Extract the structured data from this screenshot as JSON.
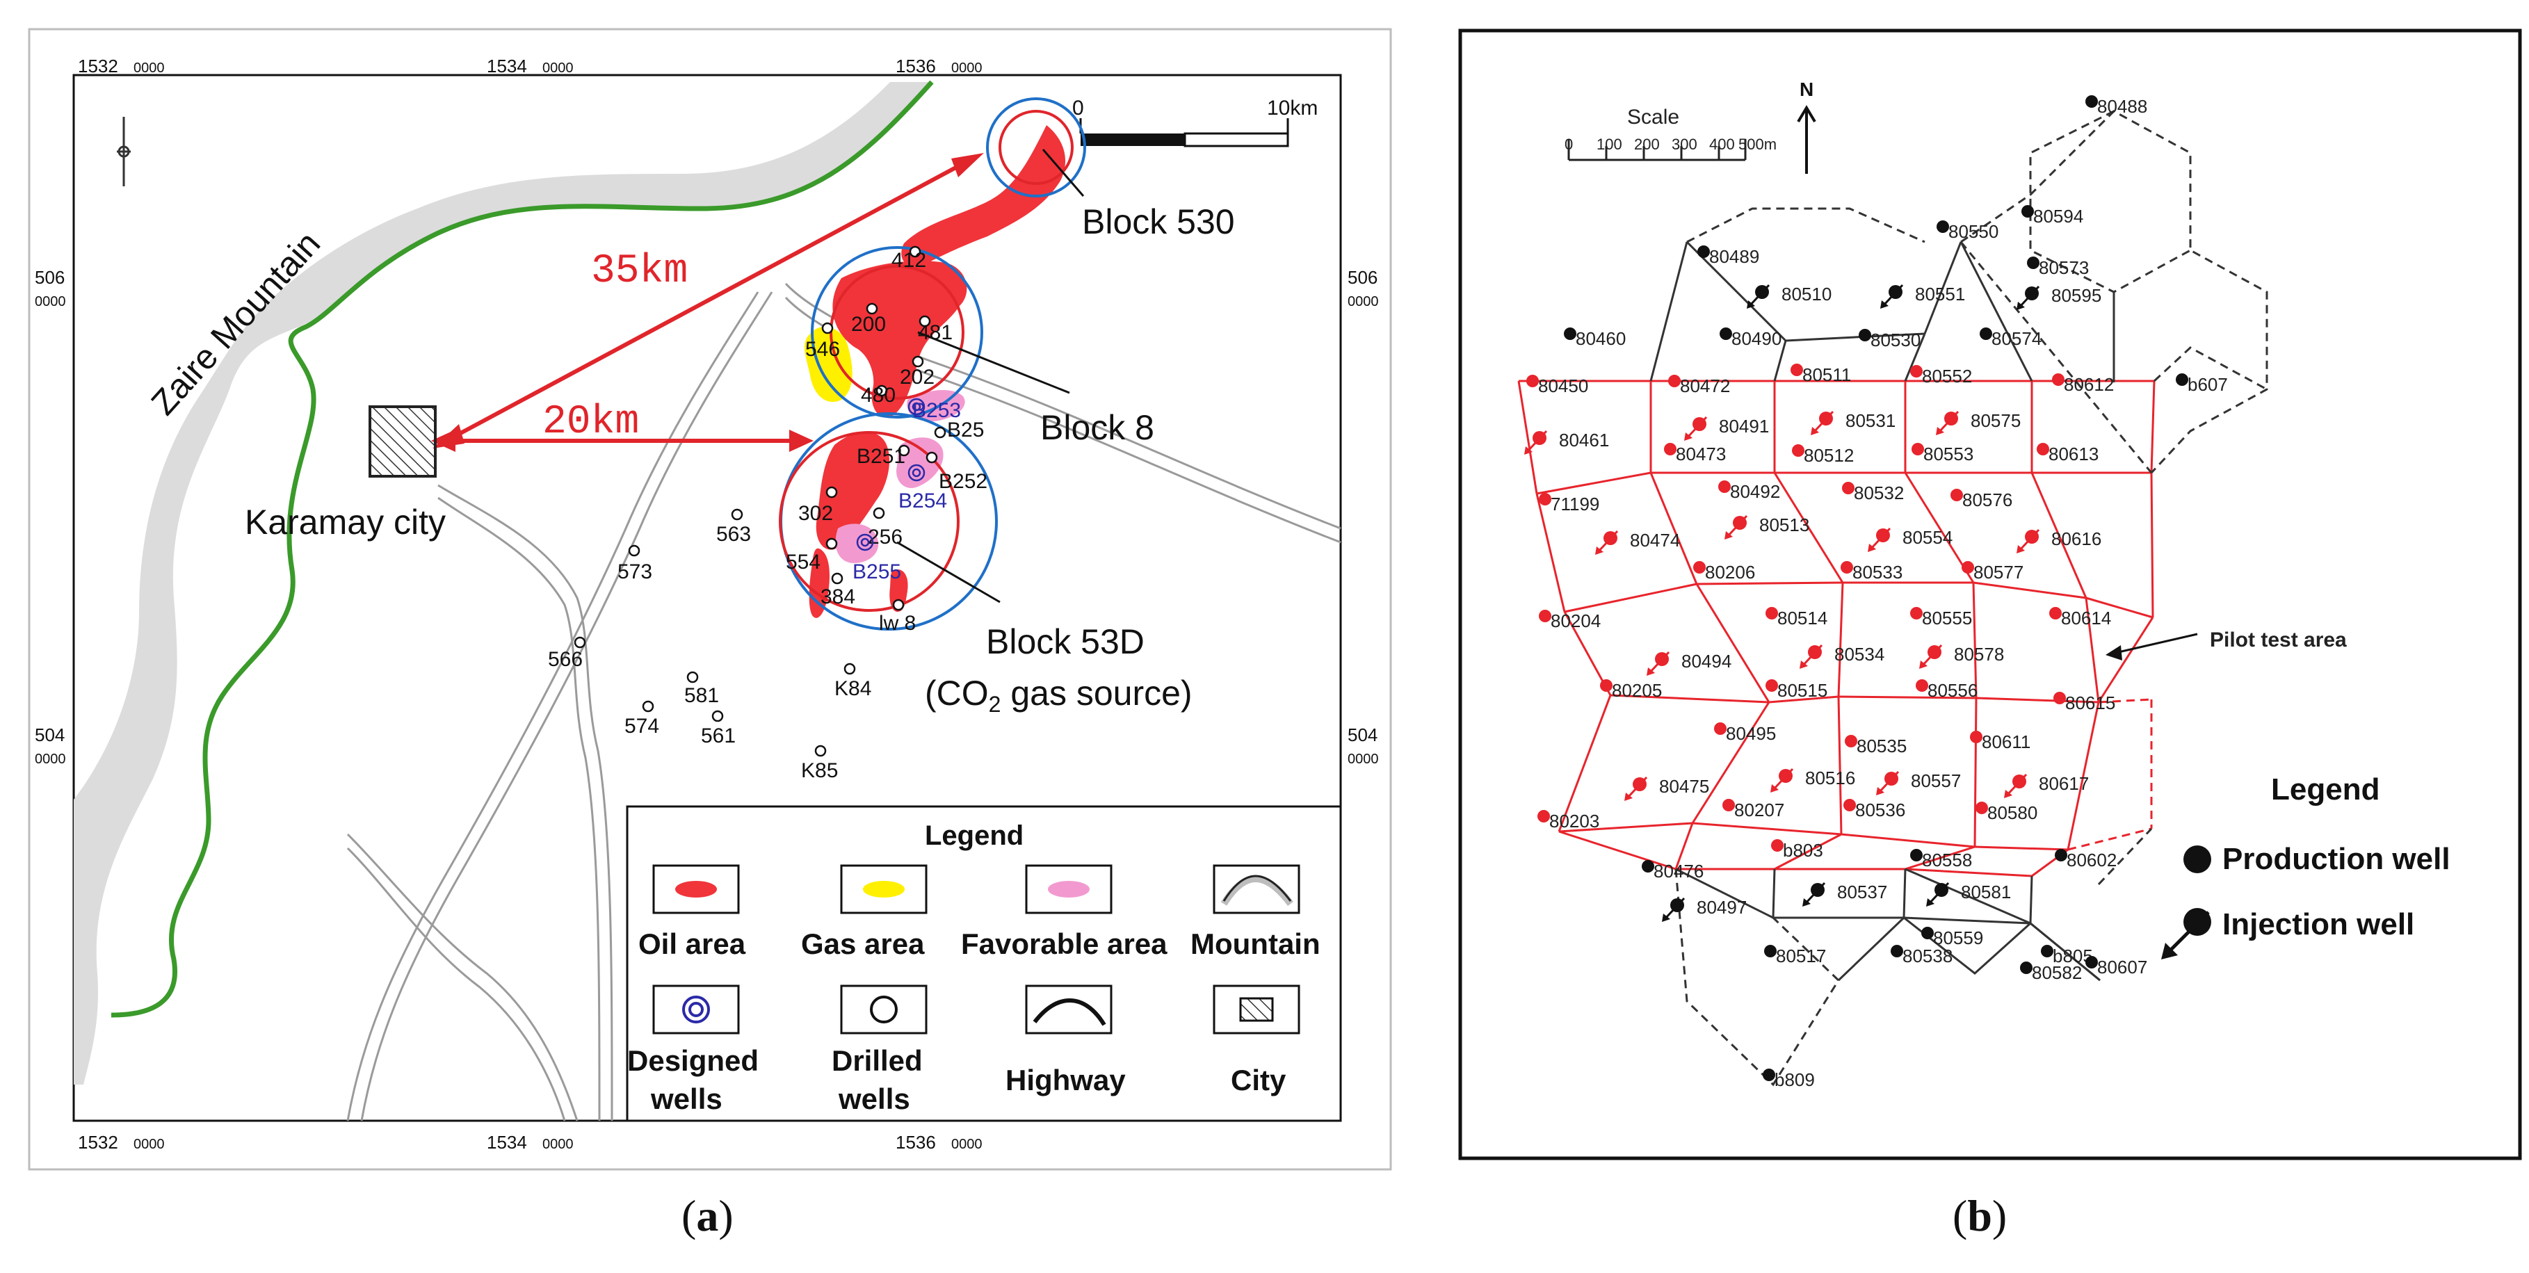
{
  "panel_a": {
    "grid_labels": {
      "x_major": [
        "1532",
        "1534",
        "1536"
      ],
      "x_minor": "0000",
      "y_major": [
        "506",
        "504"
      ],
      "y_minor": "0000"
    },
    "scale": {
      "start": "0",
      "end": "10km"
    },
    "mountain_label": "Zaire Mountain",
    "city_label": "Karamay city",
    "distances": [
      "35km",
      "20km"
    ],
    "blocks": [
      "Block 530",
      "Block 8",
      "Block 53D",
      "(CO",
      "2",
      " gas source)"
    ],
    "drilled_wells": [
      {
        "label": "412"
      },
      {
        "label": "546"
      },
      {
        "label": "200"
      },
      {
        "label": "481"
      },
      {
        "label": "202"
      },
      {
        "label": "480"
      },
      {
        "label": "B251"
      },
      {
        "label": "B25"
      },
      {
        "label": "B252"
      },
      {
        "label": "302"
      },
      {
        "label": "256"
      },
      {
        "label": "554"
      },
      {
        "label": "384"
      },
      {
        "label": "lw 8"
      },
      {
        "label": "563"
      },
      {
        "label": "573"
      },
      {
        "label": "566"
      },
      {
        "label": "581"
      },
      {
        "label": "574"
      },
      {
        "label": "561"
      },
      {
        "label": "K84"
      },
      {
        "label": "K85"
      }
    ],
    "designed_wells": [
      {
        "label": "B253"
      },
      {
        "label": "B254"
      },
      {
        "label": "B255"
      }
    ],
    "legend": {
      "title": "Legend",
      "items": [
        "Oil area",
        "Gas area",
        "Favorable area",
        "Mountain",
        "Designed",
        "wells",
        "Drilled",
        "wells",
        "Highway",
        "City"
      ]
    },
    "caption_prefix": "(",
    "caption_letter": "a",
    "caption_suffix": ")",
    "colors": {
      "oil": "#f0343a",
      "gas": "#fff000",
      "favorable": "#f29ad0",
      "mountain_line": "#3a9a2a",
      "mountain_fill": "#dcdcdc",
      "arrow": "#e0252b",
      "circle_blue": "#1f70c8"
    }
  },
  "panel_b": {
    "scale_title": "Scale",
    "scale_ticks": [
      "0",
      "100",
      "200",
      "300",
      "400",
      "500m"
    ],
    "north": "N",
    "pilot_label": "Pilot test area",
    "legend": {
      "title": "Legend",
      "production": "Production well",
      "injection": "Injection well"
    },
    "wells": [
      {
        "label": "80488"
      },
      {
        "label": "80550"
      },
      {
        "label": "80594"
      },
      {
        "label": "80489"
      },
      {
        "label": "80510"
      },
      {
        "label": "80551"
      },
      {
        "label": "80573"
      },
      {
        "label": "80595"
      },
      {
        "label": "80460"
      },
      {
        "label": "80490"
      },
      {
        "label": "80530"
      },
      {
        "label": "80574"
      },
      {
        "label": "80450"
      },
      {
        "label": "80472"
      },
      {
        "label": "80511"
      },
      {
        "label": "80552"
      },
      {
        "label": "80612"
      },
      {
        "label": "b607"
      },
      {
        "label": "80491"
      },
      {
        "label": "80531"
      },
      {
        "label": "80575"
      },
      {
        "label": "80461"
      },
      {
        "label": "80473"
      },
      {
        "label": "80512"
      },
      {
        "label": "80553"
      },
      {
        "label": "80613"
      },
      {
        "label": "80492"
      },
      {
        "label": "80532"
      },
      {
        "label": "80576"
      },
      {
        "label": "71199"
      },
      {
        "label": "80513"
      },
      {
        "label": "80474"
      },
      {
        "label": "80554"
      },
      {
        "label": "80616"
      },
      {
        "label": "80206"
      },
      {
        "label": "80533"
      },
      {
        "label": "80577"
      },
      {
        "label": "80204"
      },
      {
        "label": "80514"
      },
      {
        "label": "80555"
      },
      {
        "label": "80614"
      },
      {
        "label": "80534"
      },
      {
        "label": "80578"
      },
      {
        "label": "80494"
      },
      {
        "label": "80515"
      },
      {
        "label": "80556"
      },
      {
        "label": "80205"
      },
      {
        "label": "80615"
      },
      {
        "label": "80495"
      },
      {
        "label": "80535"
      },
      {
        "label": "80611"
      },
      {
        "label": "80516"
      },
      {
        "label": "80557"
      },
      {
        "label": "80475"
      },
      {
        "label": "80617"
      },
      {
        "label": "80207"
      },
      {
        "label": "80536"
      },
      {
        "label": "80580"
      },
      {
        "label": "80203"
      },
      {
        "label": "b803"
      },
      {
        "label": "80558"
      },
      {
        "label": "80602"
      },
      {
        "label": "80476"
      },
      {
        "label": "80537"
      },
      {
        "label": "80581"
      },
      {
        "label": "80497"
      },
      {
        "label": "80559"
      },
      {
        "label": "b805"
      },
      {
        "label": "80517"
      },
      {
        "label": "80538"
      },
      {
        "label": "80582"
      },
      {
        "label": "80607"
      },
      {
        "label": "b809"
      }
    ],
    "caption_prefix": "(",
    "caption_letter": "b",
    "caption_suffix": ")",
    "colors": {
      "pilot": "#e8242c",
      "outer": "#333333"
    }
  }
}
